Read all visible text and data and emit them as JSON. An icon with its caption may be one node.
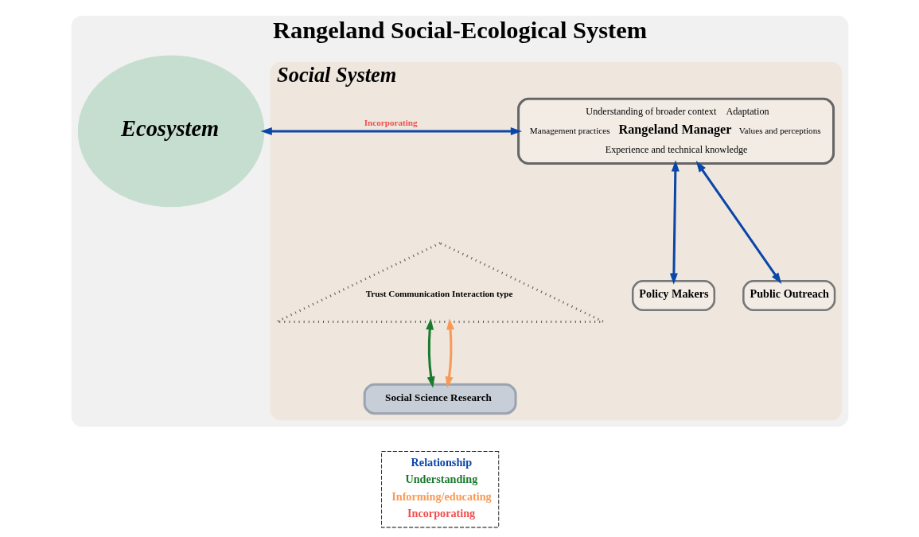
{
  "diagram": {
    "nodes": [
      {
        "text": [
          "Rangeland Social-Ecological System"
        ]
      },
      {
        "text": [
          "Social System"
        ],
        "in": 0
      },
      {
        "text": [
          "Ecosystem"
        ],
        "in": 0
      },
      {
        "text": [
          "Understanding of broader context",
          "Adaptation",
          "Management practices",
          "Rangeland Manager",
          "Values and perceptions",
          "Experience and technical knowledge"
        ],
        "in": 1
      },
      {
        "text": [
          "Trust Communication Interaction type"
        ],
        "in": 1
      },
      {
        "text": [
          "Policy Makers"
        ],
        "in": 1
      },
      {
        "text": [
          "Public Outreach"
        ],
        "in": 1
      },
      {
        "text": [
          "Social Science Research"
        ],
        "in": 1
      }
    ],
    "edges": [
      {
        "from": 3,
        "to": 5,
        "arrow": "both"
      },
      {
        "from": 3,
        "to": 6,
        "arrow": "both"
      },
      {
        "from": 3,
        "to": 2,
        "arrow": "both",
        "label": "Incorporating"
      },
      {
        "from": 4,
        "to": 7,
        "arrow": "both",
        "color": "#1a7a2e"
      },
      {
        "from": 4,
        "to": 7,
        "arrow": "both",
        "color": "#f79a55"
      }
    ],
    "legend": [
      {
        "text": "Relationship",
        "color": "#0b46a8"
      },
      {
        "text": "Understanding",
        "color": "#1a7a2e"
      },
      {
        "text": "Informing/educating",
        "color": "#f79a55"
      },
      {
        "text": "Incorporating",
        "color": "#f04e4e"
      }
    ]
  }
}
